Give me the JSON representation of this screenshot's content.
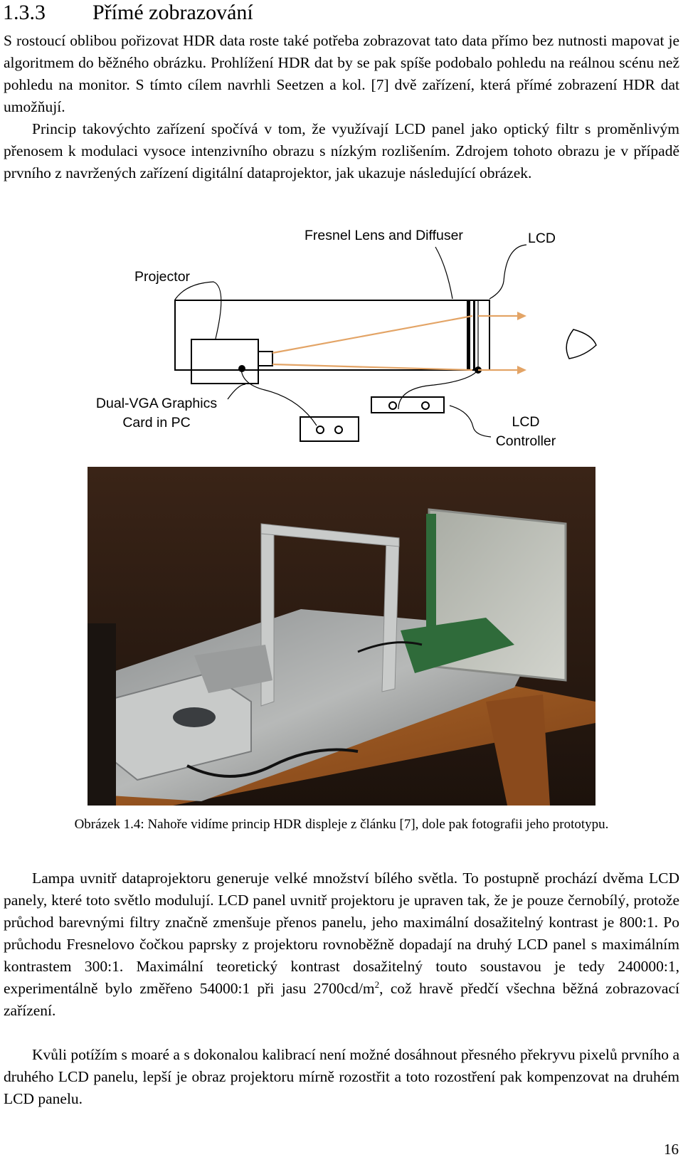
{
  "section": {
    "number": "1.3.3",
    "title": "Přímé zobrazování"
  },
  "paragraphs": {
    "p1": "S rostoucí oblibou pořizovat HDR data roste také potřeba zobrazovat tato data přímo bez nutnosti mapovat je algoritmem do běžného obrázku. Prohlížení HDR dat by se pak spíše podobalo pohledu na reálnou scénu než pohledu na monitor. S tímto cílem navrhli Seetzen a kol. [7] dvě zařízení, která přímé zobrazení HDR dat umožňují.",
    "p2": "Princip takovýchto zařízení spočívá v tom, že využívají LCD panel jako optický filtr s proměnlivým přenosem k modulaci vysoce intenzivního obrazu s nízkým rozlišením. Zdrojem tohoto obrazu je v případě prvního z navržených zařízení digitální dataprojektor, jak ukazuje následující obrázek.",
    "p3_before_sup": "Lampa uvnitř dataprojektoru generuje velké množství bílého světla. To postupně prochází dvěma LCD panely, které toto světlo modulují. LCD panel uvnitř projektoru je upraven tak, že je pouze černobílý, protože průchod barevnými filtry značně zmenšuje přenos panelu, jeho maximální dosažitelný kontrast je 800:1. Po průchodu Fresnelovo čočkou paprsky z projektoru rovnoběžně dopadají na druhý LCD panel s maximálním kontrastem 300:1. Maximální teoretický kontrast dosažitelný touto soustavou je tedy 240000:1, experimentálně bylo změřeno 54000:1 při jasu 2700cd/m",
    "p3_sup": "2",
    "p3_after_sup": ", což hravě předčí všechna běžná zobrazovací zařízení.",
    "p4": "Kvůli potížím s moaré a s dokonalou kalibrací není možné dosáhnout přesného překryvu pixelů prvního a druhého LCD panelu, lepší je obraz projektoru mírně rozostřit a toto rozostření pak kompenzovat na druhém LCD panelu."
  },
  "figure": {
    "labels": {
      "fresnel": "Fresnel Lens and Diffuser",
      "lcd": "LCD",
      "projector": "Projector",
      "graphics_line1": "Dual-VGA Graphics",
      "graphics_line2": "Card in PC",
      "controller_line1": "LCD",
      "controller_line2": "Controller"
    },
    "caption": "Obrázek 1.4: Nahoře vidíme princip HDR displeje z článku [7], dole pak fotografii jeho prototypu.",
    "photo_alt": "photo-of-prototype"
  },
  "page_number": "16",
  "colors": {
    "ray": "#e3a466",
    "text": "#000000"
  }
}
